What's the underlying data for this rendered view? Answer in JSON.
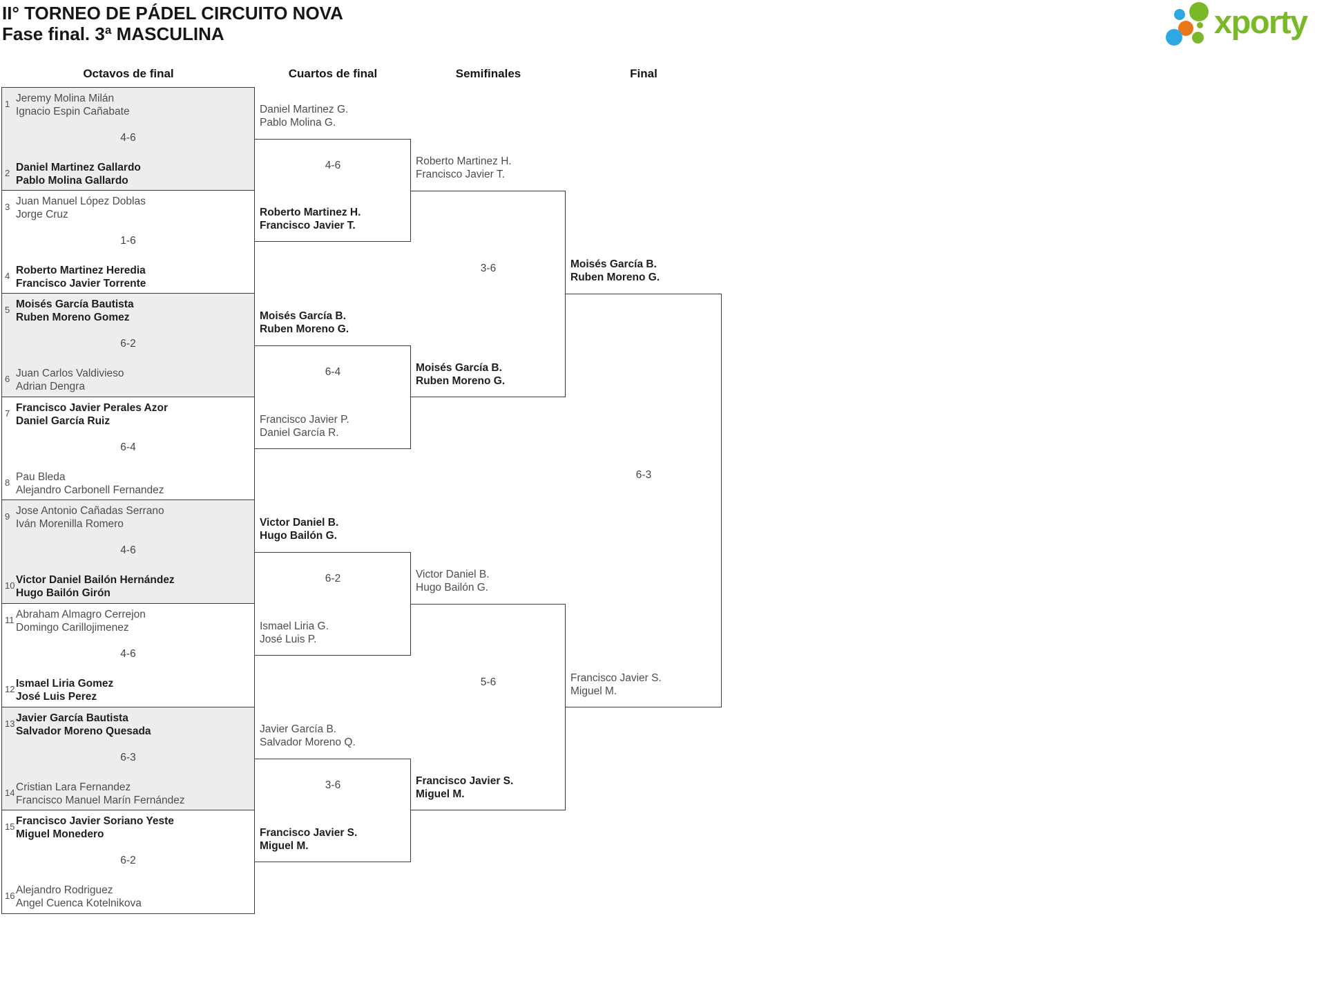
{
  "header": {
    "title": "II° TORNEO DE PÁDEL CIRCUITO NOVA",
    "subtitle": "Fase final. 3ª MASCULINA"
  },
  "logo": {
    "text": "xporty"
  },
  "palette": {
    "bd": "#3a3a3a",
    "green": "#79b928",
    "blue": "#2ba9e0",
    "orange": "#e87817",
    "gray": "#ededed"
  },
  "rounds": [
    {
      "label": "Octavos de final"
    },
    {
      "label": "Cuartos de final"
    },
    {
      "label": "Semifinales"
    },
    {
      "label": "Final"
    }
  ],
  "bracket": {
    "octavos": [
      {
        "score": "4-6",
        "top": {
          "seed": "1",
          "name1": "Jeremy Molina Milán",
          "name2": "Ignacio Espin Cañabate",
          "winner": false
        },
        "bottom": {
          "seed": "2",
          "name1": "Daniel Martinez Gallardo",
          "name2": "Pablo Molina Gallardo",
          "winner": true
        }
      },
      {
        "score": "1-6",
        "top": {
          "seed": "3",
          "name1": "Juan Manuel López Doblas",
          "name2": "Jorge Cruz",
          "winner": false
        },
        "bottom": {
          "seed": "4",
          "name1": "Roberto Martinez Heredia",
          "name2": "Francisco Javier Torrente",
          "winner": true
        }
      },
      {
        "score": "6-2",
        "top": {
          "seed": "5",
          "name1": "Moisés García Bautista",
          "name2": "Ruben Moreno Gomez",
          "winner": true
        },
        "bottom": {
          "seed": "6",
          "name1": "Juan Carlos Valdivieso",
          "name2": "Adrian Dengra",
          "winner": false
        }
      },
      {
        "score": "6-4",
        "top": {
          "seed": "7",
          "name1": "Francisco Javier Perales Azor",
          "name2": "Daniel García Ruiz",
          "winner": true
        },
        "bottom": {
          "seed": "8",
          "name1": "Pau Bleda",
          "name2": "Alejandro Carbonell Fernandez",
          "winner": false
        }
      },
      {
        "score": "4-6",
        "top": {
          "seed": "9",
          "name1": "Jose Antonio Cañadas Serrano",
          "name2": "Iván Morenilla Romero",
          "winner": false
        },
        "bottom": {
          "seed": "10",
          "name1": "Victor Daniel Bailón Hernández",
          "name2": "Hugo Bailón Girón",
          "winner": true
        }
      },
      {
        "score": "4-6",
        "top": {
          "seed": "11",
          "name1": "Abraham Almagro Cerrejon",
          "name2": "Domingo Carillojimenez",
          "winner": false
        },
        "bottom": {
          "seed": "12",
          "name1": "Ismael Liria Gomez",
          "name2": "José Luis Perez",
          "winner": true
        }
      },
      {
        "score": "6-3",
        "top": {
          "seed": "13",
          "name1": "Javier García Bautista",
          "name2": "Salvador Moreno Quesada",
          "winner": true
        },
        "bottom": {
          "seed": "14",
          "name1": "Cristian Lara Fernandez",
          "name2": "Francisco Manuel Marín Fernández",
          "winner": false
        }
      },
      {
        "score": "6-2",
        "top": {
          "seed": "15",
          "name1": "Francisco Javier Soriano Yeste",
          "name2": "Miguel Monedero",
          "winner": true
        },
        "bottom": {
          "seed": "16",
          "name1": "Alejandro Rodriguez",
          "name2": "Angel Cuenca Kotelnikova",
          "winner": false
        }
      }
    ],
    "cuartos": [
      {
        "score": "4-6",
        "top": {
          "name1": "Daniel Martinez G.",
          "name2": "Pablo Molina G.",
          "winner": false
        },
        "bottom": {
          "name1": "Roberto Martinez H.",
          "name2": "Francisco Javier T.",
          "winner": true
        }
      },
      {
        "score": "6-4",
        "top": {
          "name1": "Moisés García B.",
          "name2": "Ruben Moreno G.",
          "winner": true
        },
        "bottom": {
          "name1": "Francisco Javier P.",
          "name2": "Daniel García R.",
          "winner": false
        }
      },
      {
        "score": "6-2",
        "top": {
          "name1": "Victor Daniel B.",
          "name2": "Hugo Bailón G.",
          "winner": true
        },
        "bottom": {
          "name1": "Ismael Liria G.",
          "name2": "José Luis P.",
          "winner": false
        }
      },
      {
        "score": "3-6",
        "top": {
          "name1": "Javier García B.",
          "name2": "Salvador Moreno Q.",
          "winner": false
        },
        "bottom": {
          "name1": "Francisco Javier S.",
          "name2": "Miguel M.",
          "winner": true
        }
      }
    ],
    "semifinales": [
      {
        "score": "3-6",
        "top": {
          "name1": "Roberto Martinez H.",
          "name2": "Francisco Javier T.",
          "winner": false
        },
        "bottom": {
          "name1": "Moisés García B.",
          "name2": "Ruben Moreno G.",
          "winner": true
        }
      },
      {
        "score": "5-6",
        "top": {
          "name1": "Victor Daniel B.",
          "name2": "Hugo Bailón G.",
          "winner": false
        },
        "bottom": {
          "name1": "Francisco Javier S.",
          "name2": "Miguel M.",
          "winner": true
        }
      }
    ],
    "final": [
      {
        "score": "6-3",
        "top": {
          "name1": "Moisés García B.",
          "name2": "Ruben Moreno G.",
          "winner": true
        },
        "bottom": {
          "name1": "Francisco Javier S.",
          "name2": "Miguel M.",
          "winner": false
        }
      }
    ]
  }
}
